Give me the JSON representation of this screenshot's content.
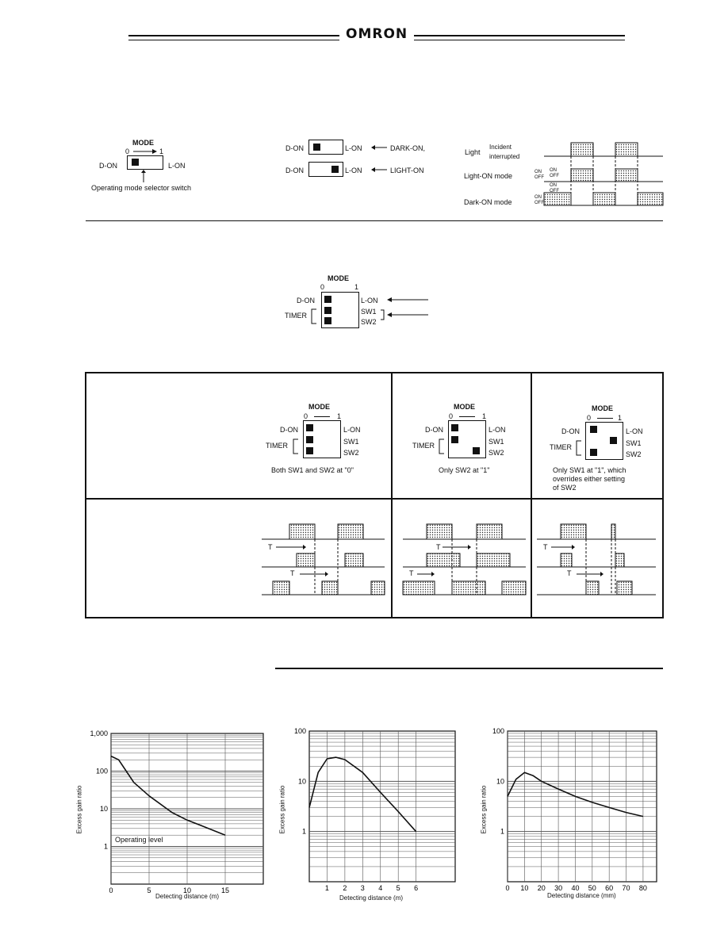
{
  "header": {
    "brand": "OMRON"
  },
  "mode_selector": {
    "mode": "MODE",
    "zero": "0",
    "one": "1",
    "d_on": "D-ON",
    "l_on": "L-ON",
    "caption": "Operating mode selector switch"
  },
  "mode_settings": {
    "d_on": "D-ON",
    "l_on": "L-ON",
    "dark_on": "DARK-ON,",
    "light_on": "LIGHT-ON"
  },
  "timing_chart": {
    "light": "Light",
    "incident": "Incident",
    "interrupted": "interrupted",
    "light_on_mode": "Light-ON mode",
    "dark_on_mode": "Dark-ON mode",
    "on": "ON",
    "off": "OFF"
  },
  "timer_switch": {
    "mode": "MODE",
    "zero": "0",
    "one": "1",
    "d_on": "D-ON",
    "l_on": "L-ON",
    "timer": "TIMER",
    "sw1": "SW1",
    "sw2": "SW2"
  },
  "timer_table": {
    "captions": [
      "Both SW1 and SW2 at \"0\"",
      "Only SW2 at \"1\"",
      "Only SW1 at \"1\", which",
      "overrides either setting",
      "of SW2"
    ],
    "t_label": "T"
  },
  "chart_data": [
    {
      "type": "line",
      "xlabel": "Detecting distance (m)",
      "ylabel": "Excess gain ratio",
      "y_scale": "log",
      "ylim": [
        0.1,
        1000
      ],
      "xlim": [
        0,
        20
      ],
      "x_ticks": [
        "0",
        "5",
        "10",
        "15"
      ],
      "y_ticks": [
        "1,000",
        "100",
        "10",
        "1"
      ],
      "annotation": "Operating level",
      "x": [
        0,
        1,
        2,
        3,
        5,
        8,
        10,
        12,
        15
      ],
      "y": [
        250,
        200,
        100,
        50,
        22,
        8,
        5,
        3.5,
        2
      ]
    },
    {
      "type": "line",
      "xlabel": "Detecting distance (m)",
      "ylabel": "Excess gain ratio",
      "y_scale": "log",
      "ylim": [
        0.1,
        100
      ],
      "x_ticks": [
        "1",
        "2",
        "3",
        "4",
        "5",
        "6"
      ],
      "y_ticks": [
        "100",
        "10",
        "1"
      ],
      "x": [
        0,
        0.5,
        1,
        1.5,
        2,
        3,
        4,
        5,
        6
      ],
      "y": [
        3,
        15,
        28,
        30,
        27,
        15,
        6,
        2.5,
        1
      ]
    },
    {
      "type": "line",
      "xlabel": "Detecting distance (mm)",
      "ylabel": "Excess gain ratio",
      "y_scale": "log",
      "ylim": [
        0.1,
        100
      ],
      "xlim": [
        0,
        90
      ],
      "x_ticks": [
        "0",
        "10",
        "20",
        "30",
        "40",
        "50",
        "60",
        "70",
        "80"
      ],
      "y_ticks": [
        "100",
        "10",
        "1"
      ],
      "x": [
        0,
        5,
        10,
        15,
        20,
        30,
        40,
        50,
        60,
        70,
        80
      ],
      "y": [
        5,
        11,
        15,
        13,
        10,
        7,
        5,
        3.8,
        3,
        2.4,
        2
      ]
    }
  ]
}
